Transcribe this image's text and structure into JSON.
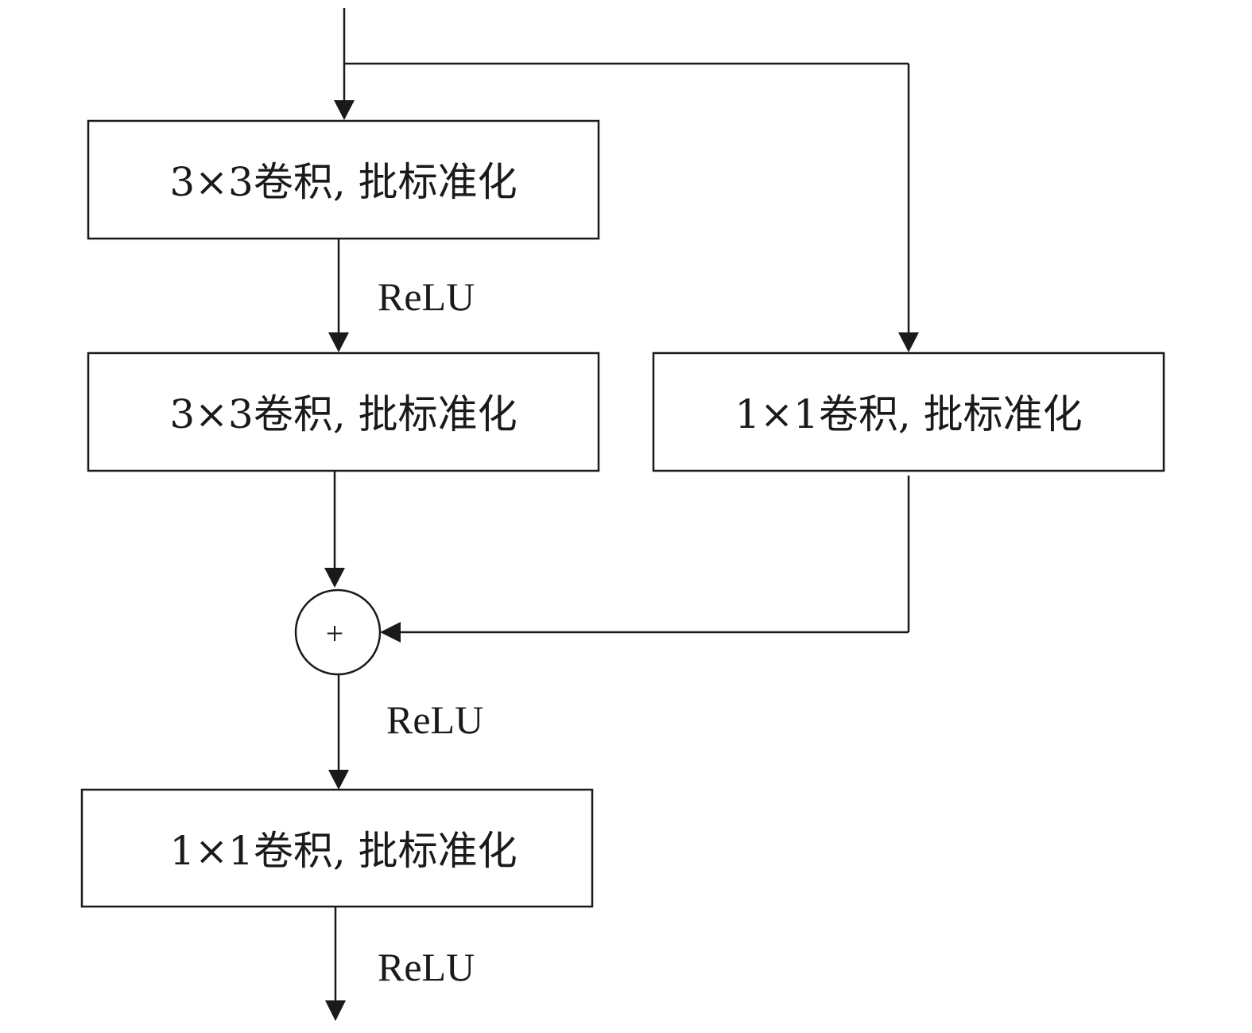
{
  "nodes": {
    "conv3x3_a": "3×3卷积, 批标准化",
    "conv3x3_b": "3×3卷积, 批标准化",
    "conv1x1_shortcut": "1×1卷积, 批标准化",
    "conv1x1_out": "1×1卷积, 批标准化",
    "add": "+"
  },
  "edge_labels": {
    "relu_1": "ReLU",
    "relu_2": "ReLU",
    "relu_3": "ReLU"
  },
  "colors": {
    "stroke": "#1a1a1a",
    "background": "#ffffff"
  }
}
